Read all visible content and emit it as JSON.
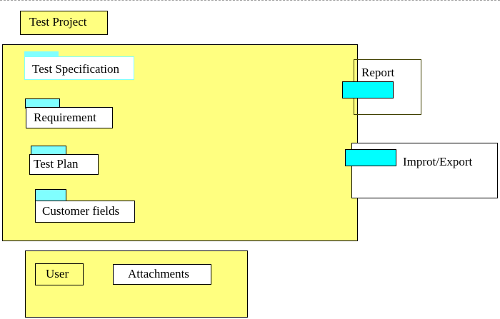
{
  "diagram": {
    "test_project": "Test Project",
    "test_specification": "Test Specification",
    "requirement": "Requirement",
    "test_plan": "Test Plan",
    "customer_fields": "Customer fields",
    "report": "Report",
    "import_export": "Improt/Export",
    "user": "User",
    "attachments": "Attachments"
  },
  "colors": {
    "panel_fill": "#ffff80",
    "tab_fill": "#80ffff",
    "accent_fill": "#00ffff",
    "border": "#000000"
  }
}
